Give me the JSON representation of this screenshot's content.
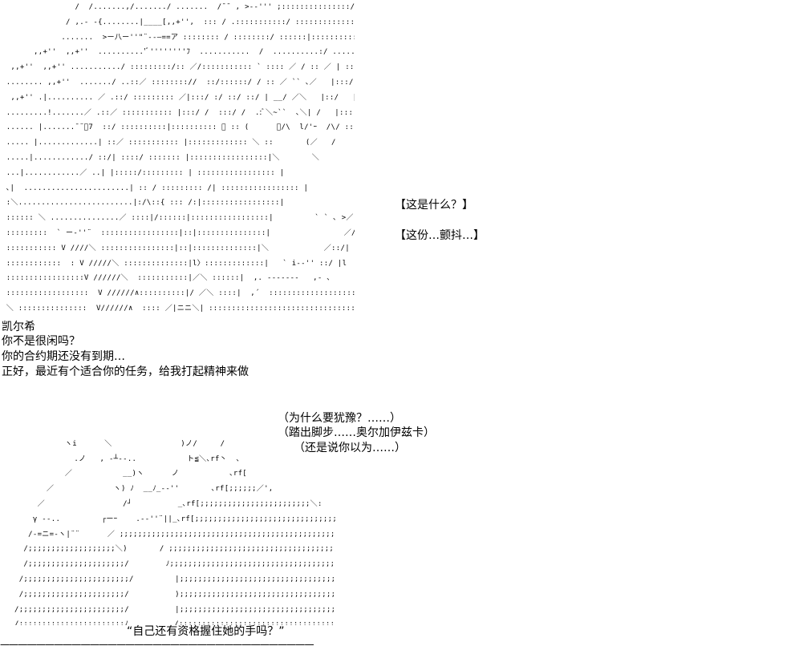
{
  "art": {
    "top": [
      "                /  /.......,/......./ .......  /¯¯ , >-‐''' ;:::::::::::::::/ ;:::::::::::::::::::::|",
      "              / ,.- -{........|____[,,+'',  ::: / .:::::::::::/ :::::::::::::| ::::::::!:::|",
      "             .......  >ー八ー''\"¨‐-―==ア :::::::: / ::::::::/ ::::::|::::::::::::|::::|",
      "       ,,+''  ,,+''  ..........'ﾞ''''''''ﾌ  ...........  /  ..........:/ ......:|:::::::/::::::::|::::|",
      "  ,,+''  ,,+'' .........../ :::::::::/:: ／/::::::::::: ` :::: ／ / :: ／ | :::/| ::::::: |:::|",
      " ........ ,,+''  ......./ ..::／ :::::::://  ::/::::::/ / :: ／ `` ､／   |:::/ |::::::::: |::::|",
      "  ,,+'' .|.......... ／ .::/ ::::::::: ／|:::/ :/ ::/ ::/ | __/ ／＼   |::/   | :::/ :|::::|",
      " .........!.......／ .::／ ::::::::::: |:::/ /  :::/ /  .:ﾞ＼~``  ､＼| /   |::::/ :: |:|＼ :|",
      " ...... |.......ˉ¨ﾞ7  ::/ ::::::::::|:::::::::: ＼ :: (      ／/\\  l/'ｰ  /\\/ :: /| |   ＼|",
      " ..... |.............| ::／ ::::::::::: |::::::::::::: ＼ ::       (／   /    /    ＼/ :|/",
      " .....|............/ ::/| ::::/ ::::::: |:::::::::::::::::|＼       ＼               /",
      " ...|............／ ..| |:::::/::::::::: | ::::::::::::::::: |                        {",
      " ､|  .......................| :: / ::::::::: /| ::::::::::::::::: |                         ＼",
      " :＼.........................|:/\\::{ ::: /:|:::::::::::::::::|                         ／",
      " :::::: ＼ ...............／ ::::|/::::::|:::::::::::::::::|         ` ` ､ >／|",
      " :::::::::  ` ー‐''¨  :::::::::::::::::|::|:::::::::::::::|                ／/ |",
      " ::::::::::: V ////＼ ::::::::::::::::|::|::::::::::::::|＼            ／::/| |",
      " ::::::::::::  : V /////＼ ::::::::::::::|l〉:::::::::::::|   ` i‐‐'' ::/ |l",
      " :::::::::::::::::V //////＼  :::::::::::|／＼ ::::::|  ,. ‐-‐‐‐‐‐   ,‐ ､",
      " ::::::::::::::::::  V //////∧::::::::::|/ ／＼ ::::|  ,´  ::::::::::::::::::::  ` ､",
      " ＼ :::::::::::::::  V//////∧  :::: ／|ニニ＼| ::::::::::::::::::::::::::::::::::::::::::: ＼"
    ],
    "bottom": [
      "                                               ",
      "           ヽi      ＼               )ノ/     /",
      "             .ノ   , ‐┴‐-..           ト≦＼､rf丶  ､",
      "           ／           __)ヽ      ノ           ､rf[",
      "       ／             ヽ) ﾉ  __ﾉ_-‐''       ､rf[;;;;;;／',",
      "     ／                 /┘          _､rf[;;;;;;;;;;;;;;;;;;;;;;;;＼:",
      "    γ ‐-..         ┌ーｰ    .-‐''¨||_､rf[;;;;;;;;;;;;;;;;;;;;;;;;;;;;;;;;;;;;;;;;;;;;;",
      "   /‐=ニ=‐ヽ|¨¨      ／ ;;;;;;;;;;;;;;;;;;;;;;;;;;;;;;;;;;;;;;;;;;;;;;;;;;;;;;;;;;;;;;;;",
      "  /;;;;;;;;;;;;;;;;;;;＼)       / ;;;;;;;;;;;;;;;;;;;;;;;;;;;;;;;;;;;;;;;;;;;;;;;;;;;;;;;;;;;;;;;;;;;;",
      "  /;;;;;;;;;;;;;;;;;;;;;/        ﾉ;;;;;;;;;;;;;;;;;;;;;;;;;;;;;;;;;;;;;;;;;;;;;;;;;;;;;;;;;;;;;;;;;;;;;",
      " /;;;;;;;;;;;;;;;;;;;;;;;/         |;;;;;;;;;;;;;;;;;;;;;;;;;;;;;;;;;;;;;;;;;;;;;;;;;;;;;;;;;;;;;;;;;;;;;",
      " /;;;;;;;;;;;;;;;;;;;;;;/          );;;;;;;;;;;;;;;;;;;;;;;;;;;;;;;;;;;;;;;;;;;;;;;;;;;;;;;;;;;;;;;;;;;;;;;",
      "/;;;;;;;;;;;;;;;;;;;;;;;/          |;;;;;;;;;;;;;;;;;;;;;;;;;;;;;;;;;;;;;;;;;;;;;;;;;;;;;;;;;;;;;;;;;;;;;;;",
      "/;;;;;;;;;;;;;;;;;;;;;;;ﾉ          /;;;;;;;;;;;;;;;;;;;;;;;;;;;;;;;;;;;;;;;;;;;;;;;;;;;;;;;;;;;;;;;;;;;;;;;;"
    ]
  },
  "thoughts_top": {
    "line1": "【这是什么？】",
    "line2": "【这份…颤抖…】"
  },
  "dialogue": {
    "speaker": "凯尔希",
    "line1": "你不是很闲吗？",
    "line2": "你的合约期还没有到期…",
    "line3": "正好，最近有个适合你的任务，给我打起精神来做"
  },
  "thoughts_bottom": {
    "line1": "（为什么要犹豫？……）",
    "line2": "（踏出脚步……奥尔加伊兹卡）",
    "line3": "（还是说你以为……）"
  },
  "caption": "“自己还有资格握住她的手吗？”",
  "rule": "———————————————————————————————————"
}
